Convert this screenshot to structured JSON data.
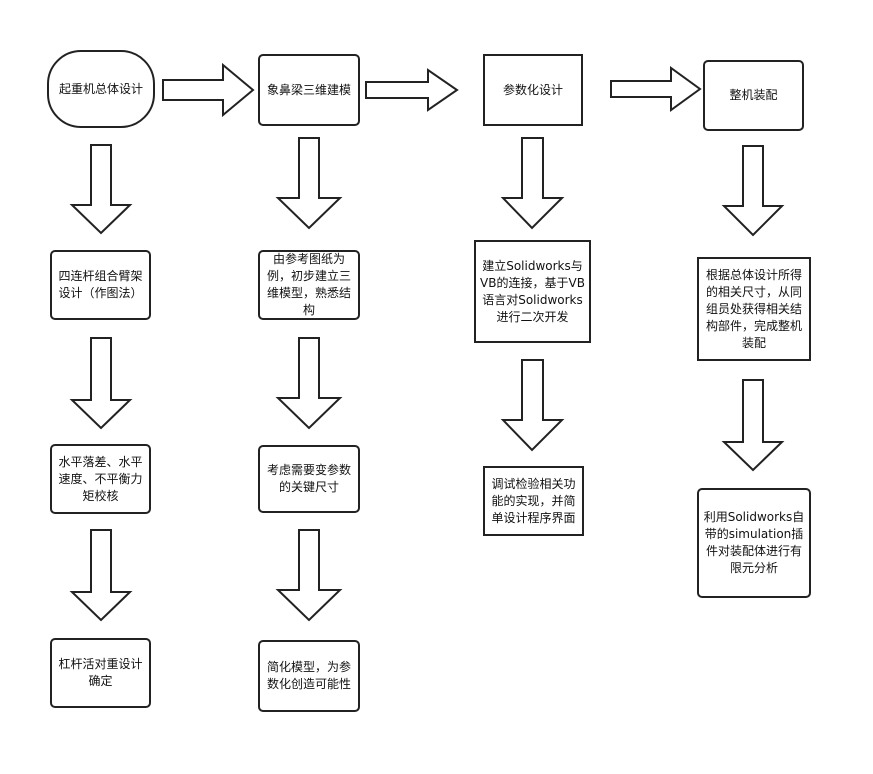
{
  "top_row": [
    {
      "label": "起重机总体设计"
    },
    {
      "label": "象鼻梁三维建模"
    },
    {
      "label": "参数化设计"
    },
    {
      "label": "整机装配"
    }
  ],
  "column1": [
    {
      "label": "四连杆组合臂架设计（作图法）"
    },
    {
      "label": "水平落差、水平速度、不平衡力矩校核"
    },
    {
      "label": "杠杆活对重设计确定"
    }
  ],
  "column2": [
    {
      "label": "由参考图纸为例，初步建立三维模型，熟悉结构"
    },
    {
      "label": "考虑需要变参数的关键尺寸"
    },
    {
      "label": "简化模型，为参数化创造可能性"
    }
  ],
  "column3": [
    {
      "label": "建立Solidworks与VB的连接，基于VB语言对Solidworks进行二次开发"
    },
    {
      "label": "调试检验相关功能的实现，并简单设计程序界面"
    }
  ],
  "column4": [
    {
      "label": "根据总体设计所得的相关尺寸，从同组员处获得相关结构部件，完成整机装配"
    },
    {
      "label": "利用Solidworks自带的simulation插件对装配体进行有限元分析"
    }
  ]
}
